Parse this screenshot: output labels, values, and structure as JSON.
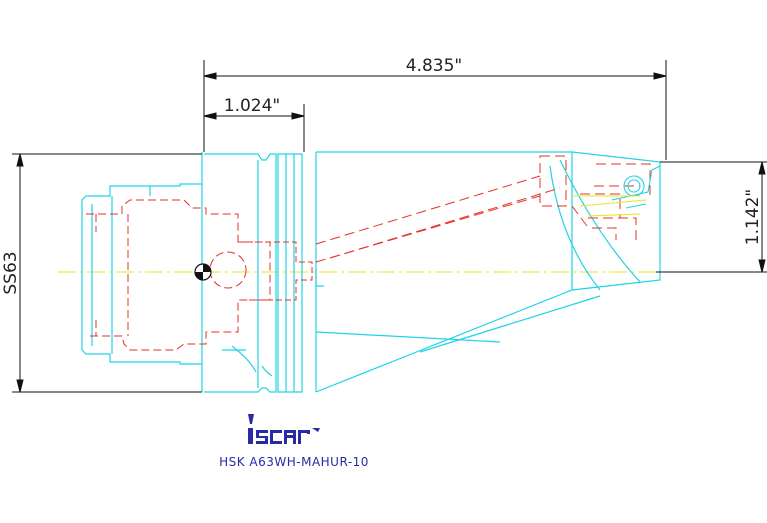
{
  "drawing": {
    "dimensions": {
      "overall_length": "4.835\"",
      "flange_length": "1.024\"",
      "tip_height": "1.142\"",
      "shank_size": "SS63"
    },
    "logo_text": "iscar",
    "part_number": "HSK A63WH-MAHUR-10"
  },
  "colors": {
    "outline": "#22d3e6",
    "hidden": "#e8302a",
    "centerline": "#e6e620",
    "dimension": "#111111",
    "logo": "#2a2aa8"
  }
}
